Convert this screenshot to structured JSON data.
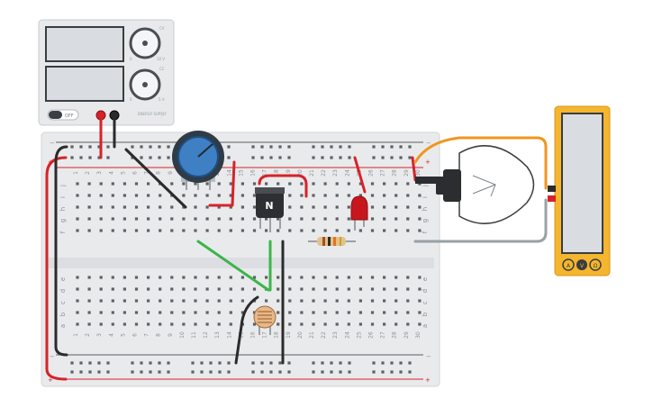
{
  "power_supply": {
    "switch_label": "OFF",
    "knob_top_labels": [
      "0",
      "10 V"
    ],
    "knob_bottom_labels": [
      "0",
      "5 A"
    ],
    "top_indicator": "CV",
    "bottom_indicator": "CC",
    "badge": "ENERGY SUPPLY"
  },
  "breadboard": {
    "columns": [
      "1",
      "2",
      "3",
      "4",
      "5",
      "6",
      "7",
      "8",
      "9",
      "10",
      "11",
      "12",
      "13",
      "14",
      "15",
      "16",
      "17",
      "18",
      "19",
      "20",
      "21",
      "22",
      "23",
      "24",
      "25",
      "26",
      "27",
      "28",
      "29",
      "30"
    ],
    "rows_top": [
      "j",
      "i",
      "h",
      "g",
      "f"
    ],
    "rows_bottom": [
      "e",
      "d",
      "c",
      "b",
      "a"
    ],
    "rail_minus": "−",
    "rail_plus": "+"
  },
  "transistor": {
    "label": "N"
  },
  "multimeter": {
    "mode_buttons": [
      "A",
      "V",
      "Ω"
    ]
  },
  "colors": {
    "wire_red": "#d5232a",
    "wire_black": "#2b2b2b",
    "wire_green": "#3bb54a",
    "wire_orange": "#f0961e",
    "wire_gray": "#9aa0a6",
    "multimeter_body": "#f5b52e",
    "pot_knob": "#3f7fc4"
  }
}
